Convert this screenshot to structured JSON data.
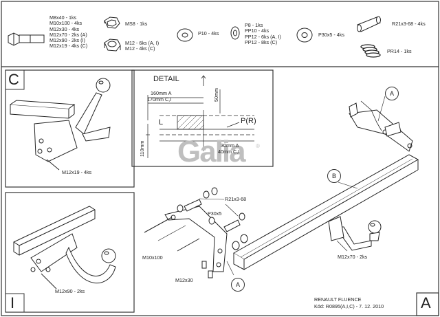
{
  "parts": {
    "bolts": [
      "M8x40 - 1ks",
      "M10x100 - 4ks",
      "M12x30 - 4ks",
      "M12x70 - 2ks (A)",
      "M12x90 - 2ks (I)",
      "M12x19 - 4ks (C)"
    ],
    "nut_single": "MS8 - 1ks",
    "nuts": [
      "M12 - 6ks (A, I)",
      "M12 - 4ks (C)"
    ],
    "washer_p10": "P10 - 4ks",
    "washers_p8": [
      "P8 - 1ks",
      "PP10 - 4ks",
      "PP12 - 6ks (A, I)",
      "PP12 - 8ks (C)"
    ],
    "washer_p30": "P30x5 - 4ks",
    "spacer": "R21x3-68 - 4ks",
    "spring": "PR14 - 1ks"
  },
  "panels": {
    "c_label": "C",
    "c_bolt": "M12x19 - 4ks",
    "i_label": "I",
    "i_bolt": "M12x90 - 2ks",
    "a_label": "A"
  },
  "detail": {
    "title": "DETAIL",
    "dim_a_top": "160mm A",
    "dim_c_top": "170mm C,I",
    "dim_50": "50mm",
    "label_l": "L",
    "label_pr": "P(R)",
    "dim_30": "30mm A",
    "dim_40": "40mm C,I",
    "dim_110": "110mm"
  },
  "main": {
    "callout_a_top": "A",
    "callout_b": "B",
    "callout_a_bottom": "A",
    "spacer_label": "R21x3-68",
    "washer_label": "P30x5",
    "bolt_m10": "M10x100",
    "bolt_m12x30": "M12x30",
    "bolt_m12x70": "M12x70 - 2ks"
  },
  "footer": {
    "model": "RENAULT FLUENCE",
    "code": "Kód: R0895(A,I,C) - 7. 12. 2010"
  },
  "brand": "Galia"
}
